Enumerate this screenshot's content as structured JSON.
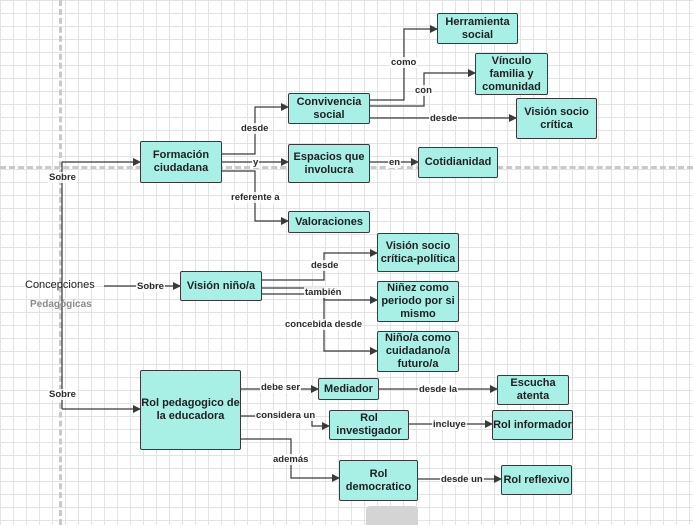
{
  "root": {
    "title": "Concepciones",
    "subtitle": "Pedagógicas"
  },
  "nodes": {
    "formacion": "Formación ciudadana",
    "convivencia": "Convivencia social",
    "espacios": "Espacios que involucra",
    "valoraciones": "Valoraciones",
    "herramienta": "Herramienta social",
    "vinculo": "Vínculo familia y comunidad",
    "vision_socio_critica": "Visión socio crítica",
    "cotidianidad": "Cotidianidad",
    "vision_nino": "Visión niño/a",
    "vision_socio_critica_politica": "Visión socio crítica-política",
    "ninez_periodo": "Niñez como periodo por si mismo",
    "nino_cuidadano": "Niño/a como cuidadano/a futuro/a",
    "rol_pedagogico": "Rol pedagogico de la educadora",
    "mediador": "Mediador",
    "escucha_atenta": "Escucha atenta",
    "rol_investigador": "Rol investigador",
    "rol_informador": "Rol informador",
    "rol_democratico": "Rol democratico",
    "rol_reflexivo": "Rol reflexivo"
  },
  "edge_labels": {
    "sobre_formacion": "Sobre",
    "sobre_vision": "Sobre",
    "sobre_rol": "Sobre",
    "desde_convivencia": "desde",
    "y_espacios": "y",
    "referente_a": "referente a",
    "como": "como",
    "con": "con",
    "desde_vision_sc": "desde",
    "en": "en",
    "desde_vision_scp": "desde",
    "tambien": "también",
    "concebida_desde": "concebida desde",
    "debe_ser": "debe ser",
    "desde_la": "desde la",
    "considera_un": "considera un",
    "incluye": "incluye",
    "ademas": "además",
    "desde_un": "desde un"
  }
}
